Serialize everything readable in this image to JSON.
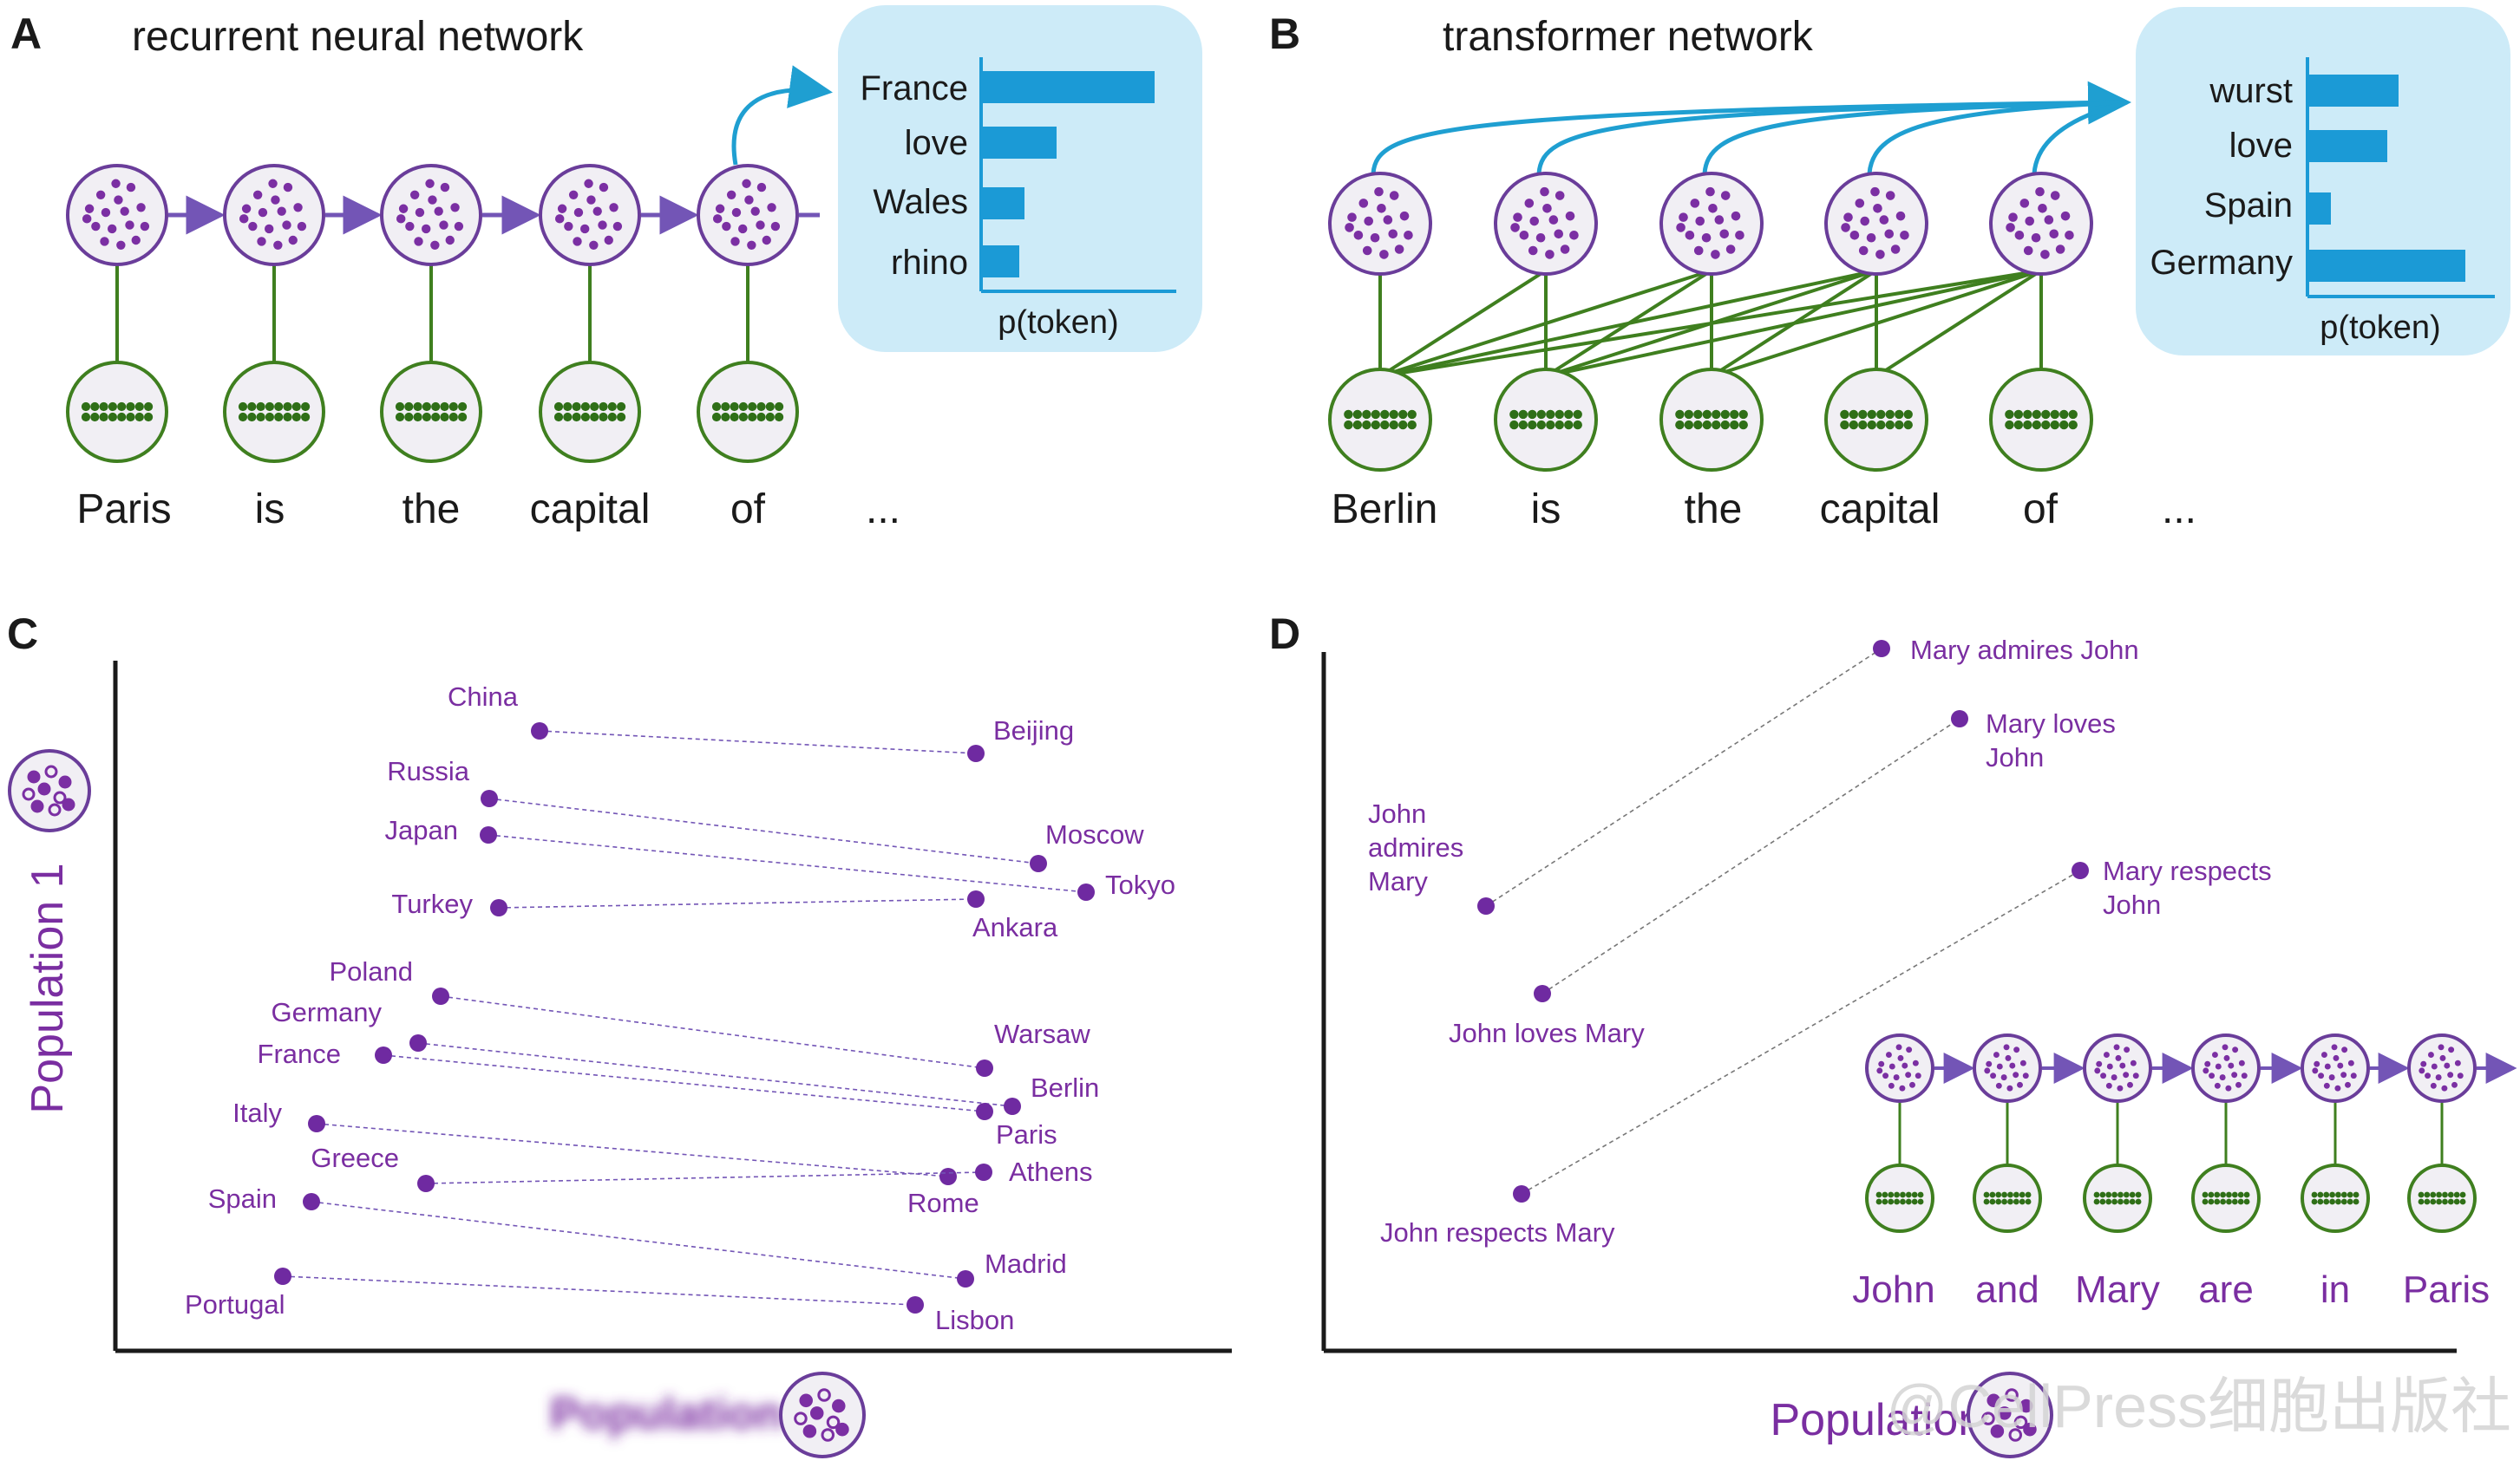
{
  "colors": {
    "neuron_border": "#6a3d9a",
    "neuron_dot": "#7b2fa3",
    "neuron_fill": "#f1eff4",
    "embed_border": "#3f7f1f",
    "embed_dot": "#2f6f17",
    "arrow_purple": "#7355b6",
    "arrow_blue": "#1f9fd1",
    "green_line": "#3f7f1f",
    "bubble_bg": "#cdebf8",
    "bar": "#1b9ad6",
    "label_purple": "#7a2ea1",
    "dot_purple": "#6f2aa1",
    "text_dark": "#1a1a1a"
  },
  "panelA": {
    "letter": "A",
    "title": "recurrent neural network",
    "tokens": [
      "Paris",
      "is",
      "the",
      "capital",
      "of",
      "..."
    ],
    "bubble": {
      "words": [
        "France",
        "love",
        "Wales",
        "rhino"
      ],
      "probs": [
        1.0,
        0.43,
        0.24,
        0.21
      ],
      "axis_label": "p(token)"
    }
  },
  "panelB": {
    "letter": "B",
    "title": "transformer network",
    "tokens": [
      "Berlin",
      "is",
      "the",
      "capital",
      "of",
      "..."
    ],
    "bubble": {
      "words": [
        "wurst",
        "love",
        "Spain",
        "Germany"
      ],
      "probs": [
        0.57,
        0.5,
        0.14,
        1.0
      ],
      "axis_label": "p(token)"
    }
  },
  "panelC": {
    "letter": "C",
    "yaxis_label": "Population 1",
    "xaxis_label": "Population 2",
    "pairs": [
      {
        "country": "China",
        "capital": "Beijing"
      },
      {
        "country": "Russia",
        "capital": "Moscow"
      },
      {
        "country": "Japan",
        "capital": "Tokyo"
      },
      {
        "country": "Turkey",
        "capital": "Ankara"
      },
      {
        "country": "Poland",
        "capital": "Warsaw"
      },
      {
        "country": "Germany",
        "capital": "Berlin"
      },
      {
        "country": "France",
        "capital": "Paris"
      },
      {
        "country": "Italy",
        "capital": "Rome"
      },
      {
        "country": "Greece",
        "capital": "Athens"
      },
      {
        "country": "Spain",
        "capital": "Madrid"
      },
      {
        "country": "Portugal",
        "capital": "Lisbon"
      }
    ]
  },
  "panelD": {
    "letter": "D",
    "xaxis_label": "Population 2",
    "pairs": [
      {
        "a": "John admires Mary",
        "b": "Mary admires John"
      },
      {
        "a": "John loves Mary",
        "b": "Mary loves John"
      },
      {
        "a": "John respects Mary",
        "b": "Mary respects John"
      }
    ],
    "tokens": [
      "John",
      "and",
      "Mary",
      "are",
      "in",
      "Paris"
    ]
  },
  "watermark": "@CellPress细胞出版社"
}
